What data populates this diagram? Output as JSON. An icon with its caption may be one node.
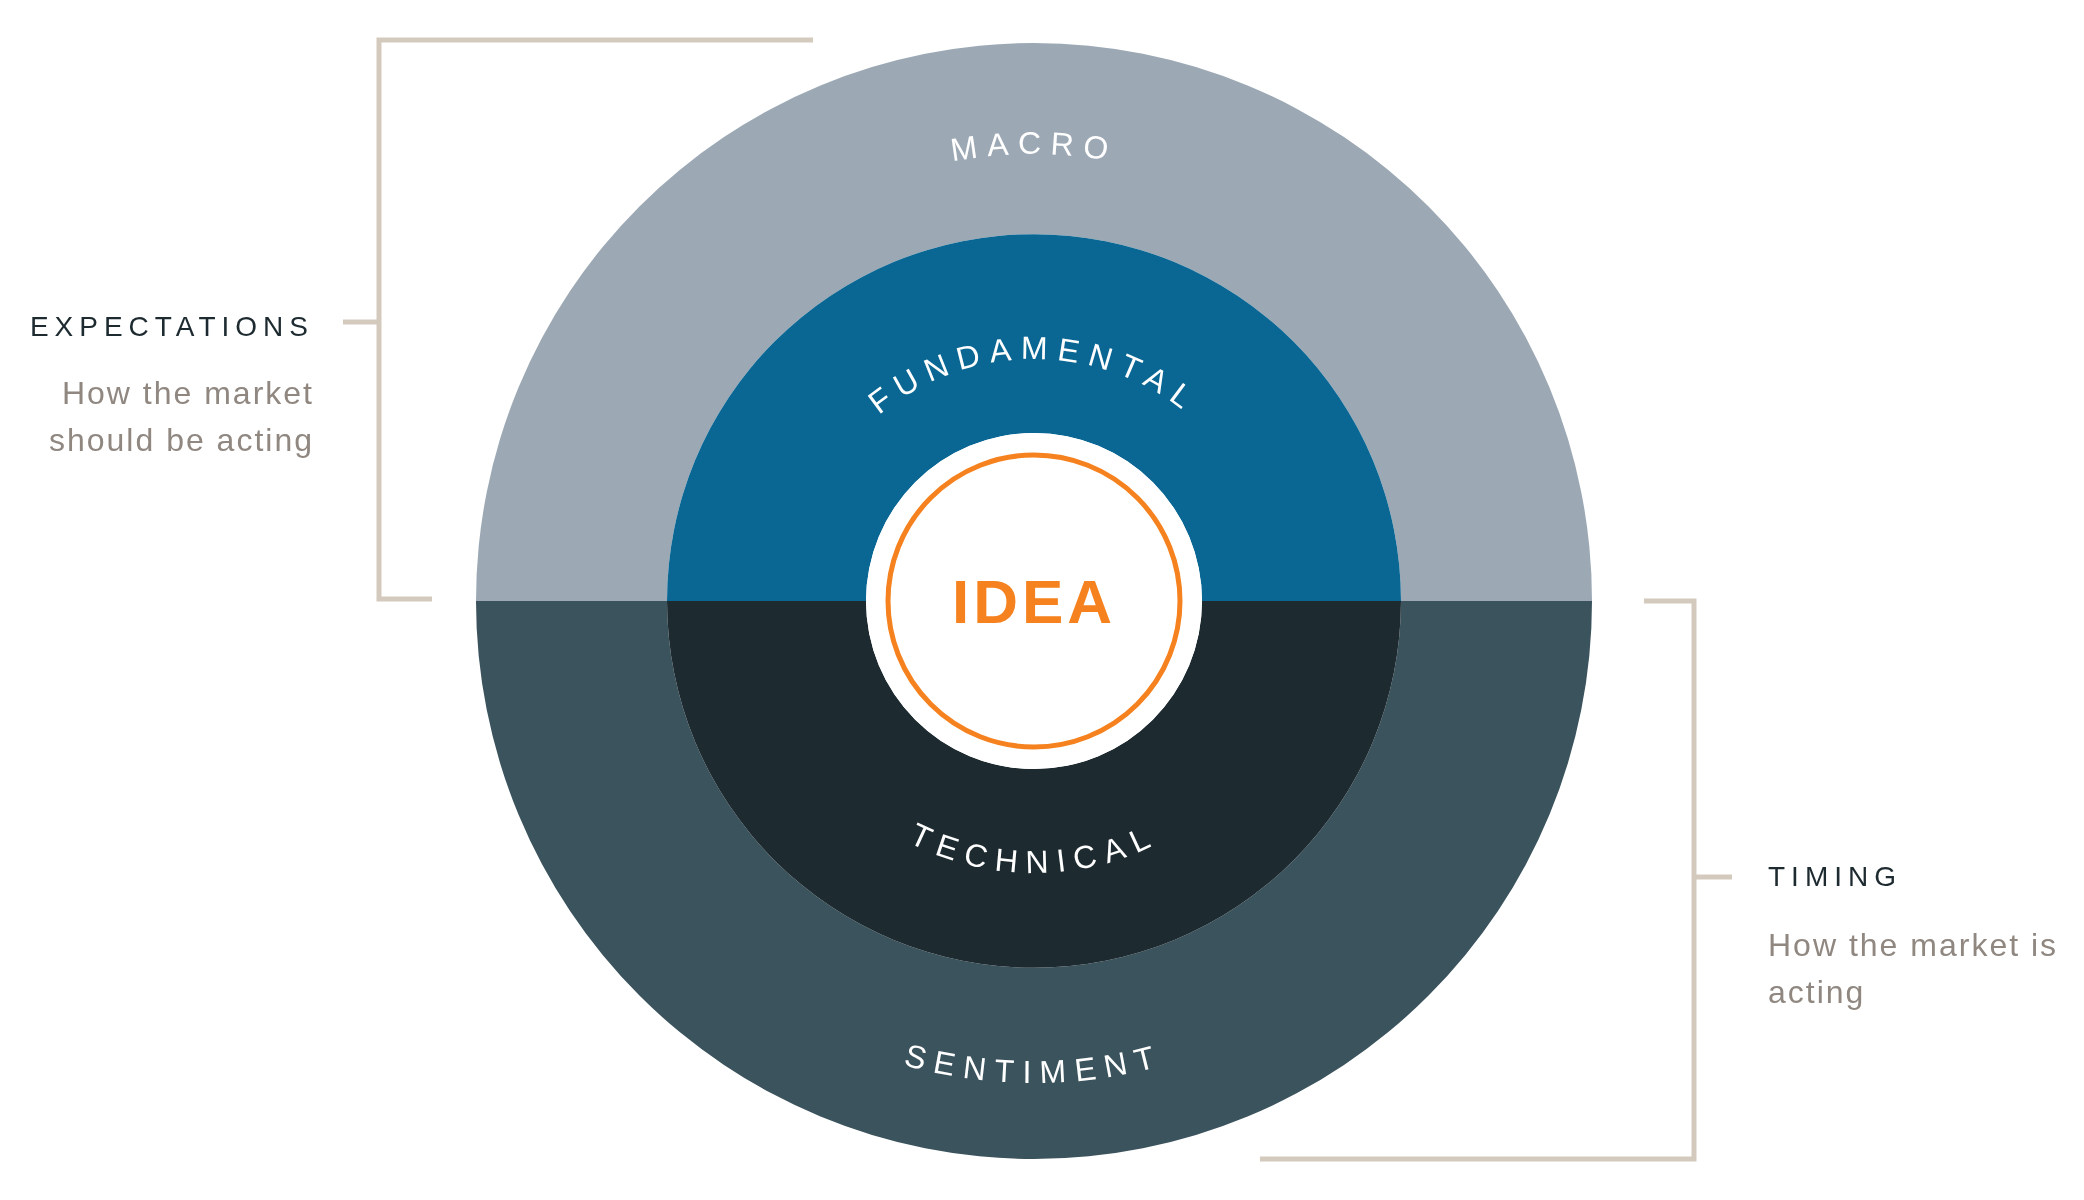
{
  "diagram": {
    "nodes": [
      {
        "text": [
          "MACRO"
        ]
      },
      {
        "text": [
          "FUNDAMENTAL"
        ]
      },
      {
        "text": [
          "IDEA"
        ]
      },
      {
        "text": [
          "TECHNICAL"
        ]
      },
      {
        "text": [
          "SENTIMENT"
        ]
      }
    ],
    "labels": [
      "EXPECTATIONS",
      "How the market should be acting",
      "TIMING",
      "How the market is acting"
    ]
  }
}
